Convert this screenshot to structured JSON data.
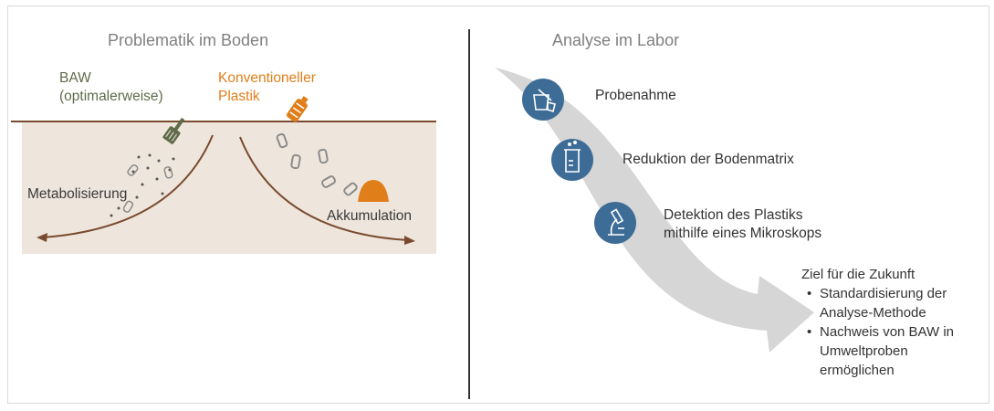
{
  "left_panel": {
    "title": "Problematik im Boden",
    "baw_line1": "BAW",
    "baw_line2": "(optimalerweise)",
    "plastic_line1": "Konventioneller",
    "plastic_line2": "Plastik",
    "metabolization": "Metabolisierung",
    "accumulation": "Akkumulation"
  },
  "right_panel": {
    "title": "Analyse im Labor",
    "steps": [
      {
        "label": "Probenahme",
        "icon": "shovel-bucket-icon"
      },
      {
        "label": "Reduktion der Bodenmatrix",
        "icon": "beaker-icon"
      },
      {
        "label_line1": "Detektion des Plastiks",
        "label_line2": "mithilfe eines Mikroskops",
        "icon": "microscope-icon"
      }
    ],
    "goal": {
      "heading": "Ziel für die Zukunft",
      "items": [
        {
          "line1": "Standardisierung der",
          "line2": "Analyse-Methode"
        },
        {
          "line1": "Nachweis von BAW in",
          "line2": "Umweltproben",
          "line3": "ermöglichen"
        }
      ]
    }
  },
  "colors": {
    "soil": "#eee6dc",
    "soil_line": "#7a4a2e",
    "accent_orange": "#e07f1a",
    "baw_green": "#5f6b4a",
    "icon_blue": "#3d6d96",
    "arrow_gray": "#d6d6d6"
  }
}
